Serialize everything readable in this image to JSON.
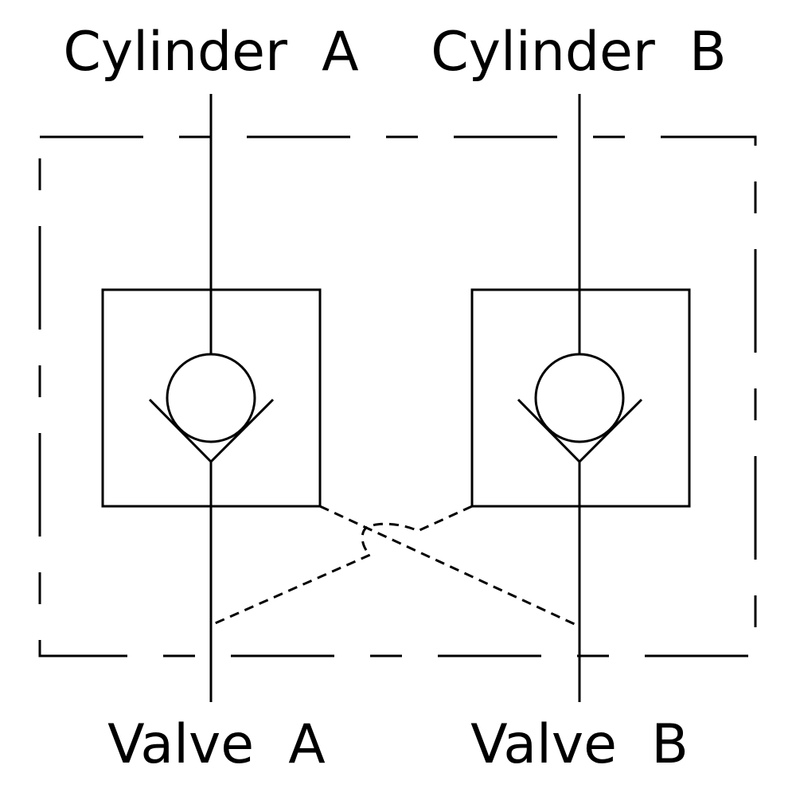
{
  "labels": {
    "cylinder_a": "Cylinder  A",
    "cylinder_b": "Cylinder  B",
    "valve_a": "Valve  A",
    "valve_b": "Valve  B"
  },
  "colors": {
    "line": "#000000",
    "background": "#ffffff"
  }
}
